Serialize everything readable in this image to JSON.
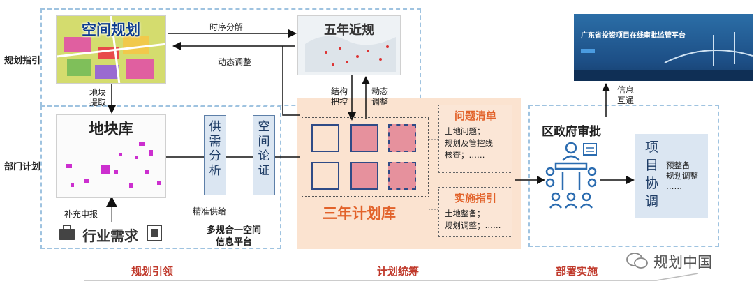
{
  "row_labels": {
    "guidance": "规划指引",
    "department": "部门计划"
  },
  "spatial_plan": {
    "title": "空间规划"
  },
  "five_year": {
    "title": "五年近规"
  },
  "arrows": {
    "time_decompose": "时序分解",
    "dynamic_adjust": "动态调整",
    "parcel_extract": "地块\n提取",
    "structure_control": "结构\n把控",
    "dynamic_adjust2": "动态\n调整",
    "supplement": "补充申报",
    "info_exchange": "信息\n互通"
  },
  "parcel_lib": {
    "title": "地块库"
  },
  "supply_demand": {
    "label": "供需分析"
  },
  "spatial_demo": {
    "label": "空间论证"
  },
  "precise_supply": "精准供给",
  "platform_name": "多规合一空间\n信息平台",
  "industry_demand": "行业需求",
  "three_year": {
    "title": "三年计划库"
  },
  "problem_list": {
    "title": "问题清单",
    "body": "土地问题；\n规划及管控线\n核查；……"
  },
  "impl_guide": {
    "title": "实施指引",
    "body": "土地整备；\n规划调整；……"
  },
  "gov_approval": {
    "title": "区政府审批"
  },
  "project_coord": {
    "label": "项目协调",
    "body": "预整备\n规划调整\n……"
  },
  "online_platform": {
    "title": "广东省投资项目在线审批监管平台"
  },
  "bottom": {
    "left": "规划引领",
    "middle": "计划统筹",
    "right": "部署实施"
  },
  "watermark": "规划中国"
}
